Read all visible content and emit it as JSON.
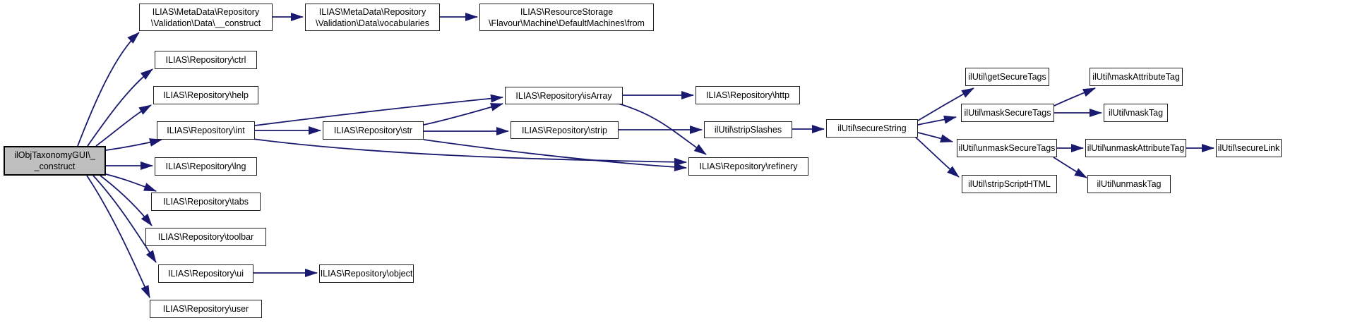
{
  "diagram": {
    "type": "call-graph",
    "background_color": "#ffffff",
    "edge_color": "#191970",
    "node_border_color": "#1f1f1f",
    "node_fill_color": "#ffffff",
    "highlight_fill_color": "#bfbfbf",
    "text_color": "#000000",
    "nodes": [
      {
        "id": "main",
        "label": "ilObjTaxonomyGUI\\_\n_construct",
        "highlighted": true
      },
      {
        "id": "md-construct",
        "label": "ILIAS\\MetaData\\Repository\n\\Validation\\Data\\__construct"
      },
      {
        "id": "vocabularies",
        "label": "ILIAS\\MetaData\\Repository\n\\Validation\\Data\\vocabularies"
      },
      {
        "id": "default-machines-from",
        "label": "ILIAS\\ResourceStorage\n\\Flavour\\Machine\\DefaultMachines\\from"
      },
      {
        "id": "ctrl",
        "label": "ILIAS\\Repository\\ctrl"
      },
      {
        "id": "help",
        "label": "ILIAS\\Repository\\help"
      },
      {
        "id": "int",
        "label": "ILIAS\\Repository\\int"
      },
      {
        "id": "lng",
        "label": "ILIAS\\Repository\\lng"
      },
      {
        "id": "tabs",
        "label": "ILIAS\\Repository\\tabs"
      },
      {
        "id": "toolbar",
        "label": "ILIAS\\Repository\\toolbar"
      },
      {
        "id": "ui",
        "label": "ILIAS\\Repository\\ui"
      },
      {
        "id": "user",
        "label": "ILIAS\\Repository\\user"
      },
      {
        "id": "object",
        "label": "ILIAS\\Repository\\object"
      },
      {
        "id": "str",
        "label": "ILIAS\\Repository\\str"
      },
      {
        "id": "is-array",
        "label": "ILIAS\\Repository\\isArray"
      },
      {
        "id": "http",
        "label": "ILIAS\\Repository\\http"
      },
      {
        "id": "strip",
        "label": "ILIAS\\Repository\\strip"
      },
      {
        "id": "strip-slashes",
        "label": "ilUtil\\stripSlashes"
      },
      {
        "id": "refinery",
        "label": "ILIAS\\Repository\\refinery"
      },
      {
        "id": "secure-string",
        "label": "ilUtil\\secureString"
      },
      {
        "id": "get-secure-tags",
        "label": "ilUtil\\getSecureTags"
      },
      {
        "id": "mask-secure-tags",
        "label": "ilUtil\\maskSecureTags"
      },
      {
        "id": "unmask-secure-tags",
        "label": "ilUtil\\unmaskSecureTags"
      },
      {
        "id": "strip-script-html",
        "label": "ilUtil\\stripScriptHTML"
      },
      {
        "id": "mask-attribute-tag",
        "label": "ilUtil\\maskAttributeTag"
      },
      {
        "id": "mask-tag",
        "label": "ilUtil\\maskTag"
      },
      {
        "id": "unmask-attribute-tag",
        "label": "ilUtil\\unmaskAttributeTag"
      },
      {
        "id": "unmask-tag",
        "label": "ilUtil\\unmaskTag"
      },
      {
        "id": "secure-link",
        "label": "ilUtil\\secureLink"
      }
    ],
    "edges": [
      {
        "from": "main",
        "to": "md-construct"
      },
      {
        "from": "main",
        "to": "ctrl"
      },
      {
        "from": "main",
        "to": "help"
      },
      {
        "from": "main",
        "to": "int"
      },
      {
        "from": "main",
        "to": "lng"
      },
      {
        "from": "main",
        "to": "tabs"
      },
      {
        "from": "main",
        "to": "toolbar"
      },
      {
        "from": "main",
        "to": "ui"
      },
      {
        "from": "main",
        "to": "user"
      },
      {
        "from": "md-construct",
        "to": "vocabularies"
      },
      {
        "from": "vocabularies",
        "to": "default-machines-from"
      },
      {
        "from": "int",
        "to": "str"
      },
      {
        "from": "int",
        "to": "is-array"
      },
      {
        "from": "int",
        "to": "refinery"
      },
      {
        "from": "str",
        "to": "is-array"
      },
      {
        "from": "str",
        "to": "strip"
      },
      {
        "from": "str",
        "to": "refinery"
      },
      {
        "from": "is-array",
        "to": "http"
      },
      {
        "from": "is-array",
        "to": "refinery"
      },
      {
        "from": "strip",
        "to": "strip-slashes"
      },
      {
        "from": "strip-slashes",
        "to": "secure-string"
      },
      {
        "from": "ui",
        "to": "object"
      },
      {
        "from": "secure-string",
        "to": "get-secure-tags"
      },
      {
        "from": "secure-string",
        "to": "mask-secure-tags"
      },
      {
        "from": "secure-string",
        "to": "unmask-secure-tags"
      },
      {
        "from": "secure-string",
        "to": "strip-script-html"
      },
      {
        "from": "mask-secure-tags",
        "to": "mask-attribute-tag"
      },
      {
        "from": "mask-secure-tags",
        "to": "mask-tag"
      },
      {
        "from": "unmask-secure-tags",
        "to": "unmask-attribute-tag"
      },
      {
        "from": "unmask-secure-tags",
        "to": "unmask-tag"
      },
      {
        "from": "unmask-attribute-tag",
        "to": "secure-link"
      }
    ]
  }
}
